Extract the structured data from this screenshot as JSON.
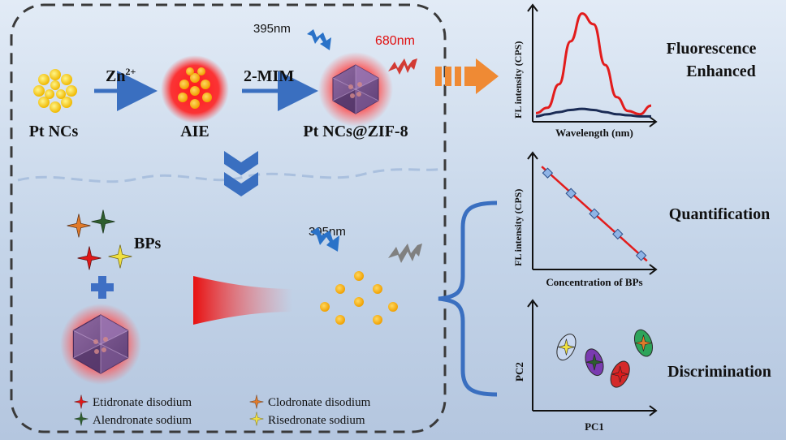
{
  "top": {
    "pt_ncs": "Pt NCs",
    "zn": "Zn",
    "zn_sup": "2+",
    "aie": "AIE",
    "mim": "2-MIM",
    "ptzif": "Pt NCs@ZIF-8",
    "uv1": "395nm",
    "emission": "680nm"
  },
  "bottom": {
    "bps": "BPs",
    "uv2": "395nm"
  },
  "legend": {
    "items": [
      {
        "label": "Etidronate disodium",
        "color": "#e01818"
      },
      {
        "label": "Clodronate disodium",
        "color": "#e07a2a"
      },
      {
        "label": "Alendronate sodium",
        "color": "#2e5e2e"
      },
      {
        "label": "Risedronate sodium",
        "color": "#f0e040"
      }
    ]
  },
  "chart_fl": {
    "ylabel": "FL intensity (CPS)",
    "xlabel": "Wavelength (nm)",
    "series_colors": [
      "#e21c1c",
      "#1a2b55"
    ]
  },
  "chart_quant": {
    "ylabel": "FL intensity (CPS)",
    "xlabel": "Concentration of BPs"
  },
  "chart_pca": {
    "ylabel": "PC2",
    "xlabel": "PC1"
  },
  "right_labels": {
    "fluor1": "Fluorescence",
    "fluor2": "Enhanced",
    "quant": "Quantification",
    "disc": "Discrimination"
  },
  "chart_data": [
    {
      "type": "line",
      "xlabel": "Wavelength (nm)",
      "ylabel": "FL intensity (CPS)",
      "x": [
        0,
        1,
        2,
        3,
        4,
        5,
        6,
        7,
        8,
        9,
        10
      ],
      "series": [
        {
          "color": "#e21c1c",
          "values": [
            0.05,
            0.1,
            0.32,
            0.72,
            0.98,
            0.88,
            0.5,
            0.2,
            0.07,
            0.04,
            0.12
          ]
        },
        {
          "color": "#1a2b55",
          "values": [
            0.02,
            0.04,
            0.06,
            0.08,
            0.09,
            0.08,
            0.06,
            0.04,
            0.03,
            0.02,
            0.02
          ]
        }
      ],
      "grid": false
    },
    {
      "type": "scatter",
      "xlabel": "Concentration of BPs",
      "ylabel": "FL intensity (CPS)",
      "x": [
        0.1,
        0.3,
        0.5,
        0.7,
        0.9
      ],
      "y": [
        0.87,
        0.68,
        0.49,
        0.3,
        0.1
      ],
      "grid": false
    },
    {
      "type": "scatter",
      "xlabel": "PC1",
      "ylabel": "PC2",
      "series": [
        {
          "name": "Risedronate sodium",
          "x": [
            0.26
          ],
          "y": [
            0.6
          ],
          "color": "#f0e040"
        },
        {
          "name": "Alendronate sodium",
          "x": [
            0.5
          ],
          "y": [
            0.45
          ],
          "color": "#2e5e2e"
        },
        {
          "name": "Etidronate disodium",
          "x": [
            0.72
          ],
          "y": [
            0.33
          ],
          "color": "#e01818"
        },
        {
          "name": "Clodronate disodium",
          "x": [
            0.92
          ],
          "y": [
            0.64
          ],
          "color": "#e07a2a"
        }
      ],
      "grid": false
    }
  ]
}
